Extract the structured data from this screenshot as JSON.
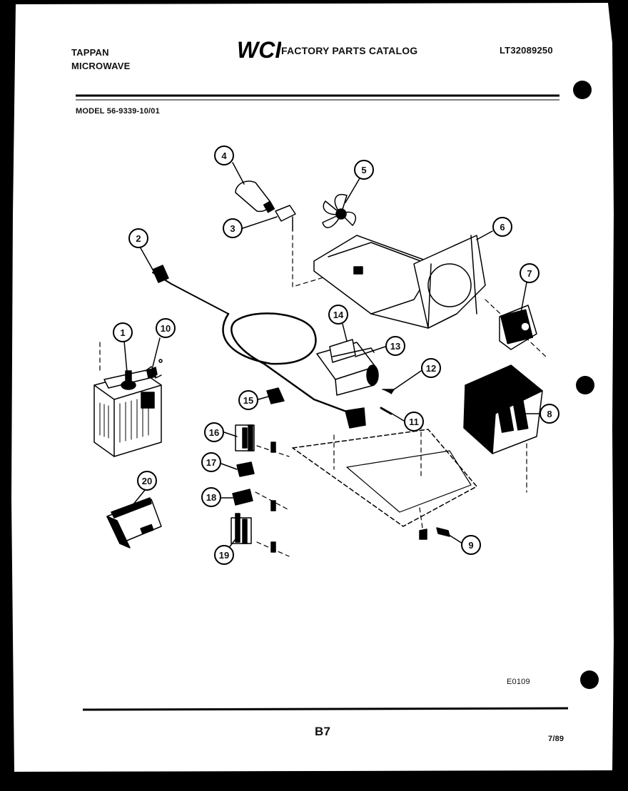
{
  "header": {
    "brand_line1": "TAPPAN",
    "brand_line2": "MICROWAVE",
    "logo_text": "WCI",
    "catalog_title": "FACTORY PARTS CATALOG",
    "catalog_number": "LT32089250",
    "model": "MODEL 56-9339-10/01"
  },
  "diagram": {
    "callouts": [
      "1",
      "2",
      "3",
      "4",
      "5",
      "6",
      "7",
      "8",
      "9",
      "10",
      "11",
      "12",
      "13",
      "14",
      "15",
      "16",
      "17",
      "18",
      "19",
      "20"
    ]
  },
  "footer": {
    "drawing_number": "E0109",
    "page_number": "B7",
    "date": "7/89"
  }
}
